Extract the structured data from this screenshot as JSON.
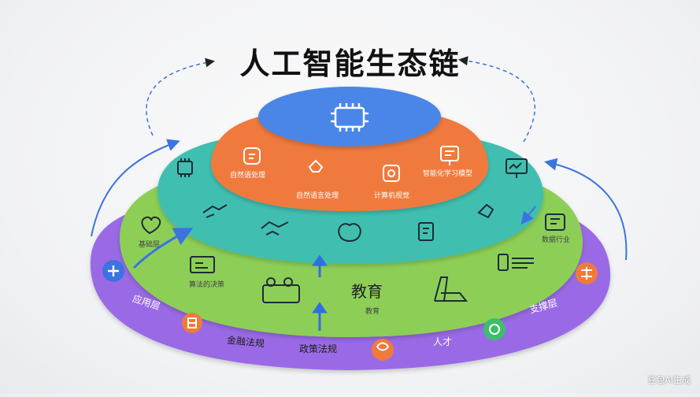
{
  "title": "人工智能生态链",
  "layers": {
    "top_color": "#4a86e8",
    "orange_color": "#f07a3c",
    "teal_color": "#3fbfb0",
    "green_color": "#8dcf57",
    "purple_color": "#9a6be6"
  },
  "orange_ring": {
    "items": [
      "自然语处理",
      "自然语言处理",
      "计算机视觉",
      "智能化学习模型"
    ]
  },
  "green_ring": {
    "left_label": "基础层",
    "left_caption": "算法的决策",
    "right_caption": "数据行业",
    "center_big": "教育",
    "center_small": "教育"
  },
  "purple_ring": {
    "left_label": "应用层",
    "right_label": "支撑层",
    "item_2": "金融法规",
    "item_3": "政策法规",
    "item_4": "人才"
  },
  "watermark": "豆包AI生成"
}
